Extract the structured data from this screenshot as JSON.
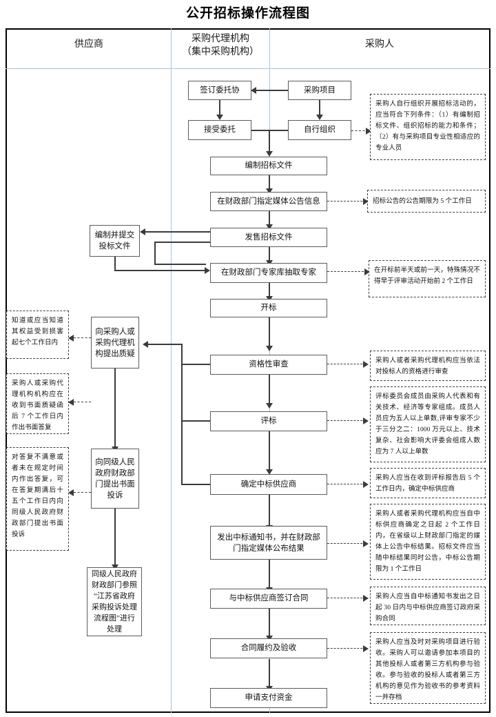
{
  "title": "公开招标操作流程图",
  "lanes": [
    {
      "id": "supplier",
      "label": "供应商",
      "label2": ""
    },
    {
      "id": "agency",
      "label": "采购代理机构",
      "label2": "（集中采购机构）"
    },
    {
      "id": "purchaser",
      "label": "采购人",
      "label2": ""
    }
  ],
  "boxes": {
    "sign_entrust": "签订委托协",
    "purchase_project": "采购项目",
    "accept_entrust": "接受委托",
    "self_organize": "自行组织",
    "prepare_docs": "编制招标文件",
    "announce_media": "在财政部门指定媒体公告信息",
    "sell_docs": "发售招标文件",
    "prepare_submit_bid": "编制并提交\n投标文件",
    "draw_experts": "在财政部门专家库抽取专家",
    "open_bid": "开标",
    "qualification_review": "资格性审查",
    "evaluate_bid": "评标",
    "raise_query": "向采购人或\n采购代理机\n构提出质疑",
    "determine_winner": "确定中标供应商",
    "file_complaint": "向同级人民\n政府财政部\n门提出书面\n投诉",
    "issue_notice": "发出中标通知书，并在财政部\n门指定媒体公布结果",
    "complaint_handling": "同级人民政府\n财政部门参照\n“江苏省政府\n采购投诉处理\n流程图”进行\n处理",
    "sign_contract": "与中标供应商签订合同",
    "contract_performance": "合同履约及验收",
    "apply_payment": "申请支付资金"
  },
  "notes": {
    "self_organize_note": "采购人自行组织开展招标活动的，应当符合下列条件：（1）有编制招标文件、组织招标的能力和条件；（2）有与采购项目专业性相适应的专业人员",
    "announce_note": "招标公告的公告期限为 5 个工作日",
    "experts_note": "在开标前半天或前一天，特殊情况不得早于评审活动开始前 2 个工作日",
    "query_deadline_note": "知道或应当知道其权益受到损害起七个工作日内",
    "query_reply_note": "采购人或采购代理机构机构应在收到书面质疑函后 7 个工作日内作出书面答复",
    "complaint_note": "对答复不满意或者未在规定时间内作出答复，可在答复期满后十五个工作日内向同级人民政府财政部门提出书面投诉",
    "qualification_note": "采购人或者采购代理机构应当依法对投标人的资格进行审查",
    "evaluation_committee_note": "评标委员会成员由采购人代表和有关技术、经济等专家组成。成员人员应为五人以上单数,评审专家不少于三分之二：1000 万元以上、技术复杂、社会影响大评委会组成人数应为 7 人以上单数",
    "determine_winner_note": "采购人应当在收到评标报告后 5 个工作日内，确定中标供应商",
    "announce_result_note": "采购人或者采购代理机构应当自中标供应商确定之日起 2 个工作日内，在省级以上财政部门指定的媒体上公告中标结果。招标文件应当随中标结果同时公告，中标公告期限为 1 个工作日",
    "sign_contract_note": "采购人应当自中标通知书发出之日起 30 日内与中标供应商签订政府采购合同",
    "acceptance_note": "采购人应当及时对采购项目进行验收。采购人可以邀请参加本项目的其他投标人或者第三方机构参与验收。参与验收的投标人或者第三方机构的意见作为验收书的参考资料一并存档"
  },
  "colors": {
    "frame": "#000000",
    "lane_divider": "#a8c4dd",
    "box_border": "#5b5b5b",
    "note_border": "#3b3b3b",
    "connector": "#3b3b3b",
    "background": "#ffffff"
  }
}
